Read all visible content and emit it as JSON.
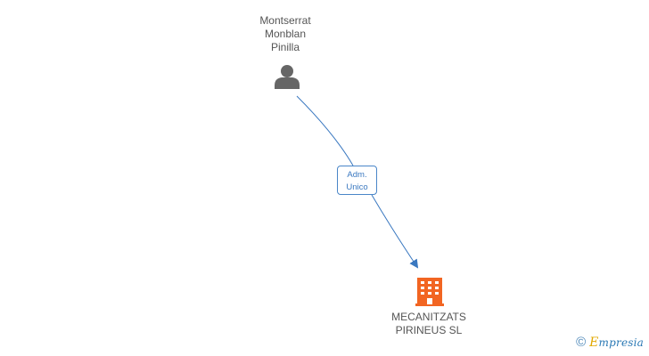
{
  "person": {
    "name": "Montserrat\nMonblan\nPinilla",
    "icon": "person-icon"
  },
  "company": {
    "name": "MECANITZATS\nPIRINEUS SL",
    "icon": "building-icon",
    "color": "#f26522"
  },
  "relation": {
    "role": "Adm.\nUnico",
    "line_color": "#3a78c0"
  },
  "watermark": {
    "symbol": "©",
    "brand_initial": "E",
    "brand_rest": "mpresia"
  }
}
